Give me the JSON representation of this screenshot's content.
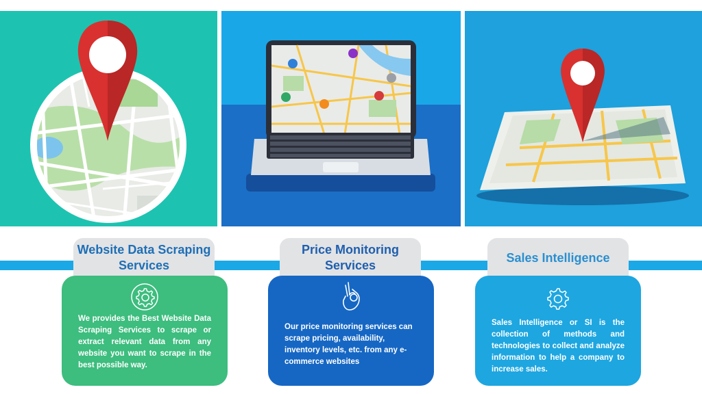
{
  "services": [
    {
      "title": "Website Data Scraping Services",
      "icon": "gear-icon",
      "description": "We provides the Best Website Data Scraping Services to scrape or extract relevant data from any website you want to scrape in the best possible way.",
      "colors": {
        "panel": "#1dc3b0",
        "card": "#3dbd7e",
        "title": "#1e6fb6"
      }
    },
    {
      "title": "Price Monitoring Services",
      "icon": "hand-ok-icon",
      "description": "Our price monitoring services can scrape pricing, availability, inventory levels, etc. from any e-commerce websites",
      "colors": {
        "panel": "#1aa7e8",
        "card": "#1667c4",
        "title": "#1f5fae"
      }
    },
    {
      "title": "Sales Intelligence",
      "icon": "gear-icon",
      "description": "Sales Intelligence or SI is the collection of methods and technologies to collect and analyze information to help a company to increase sales.",
      "colors": {
        "panel": "#1ea1dc",
        "card": "#1ea6e0",
        "title": "#2a8fd0"
      }
    }
  ],
  "accent_stripe": "#1ba8e6"
}
